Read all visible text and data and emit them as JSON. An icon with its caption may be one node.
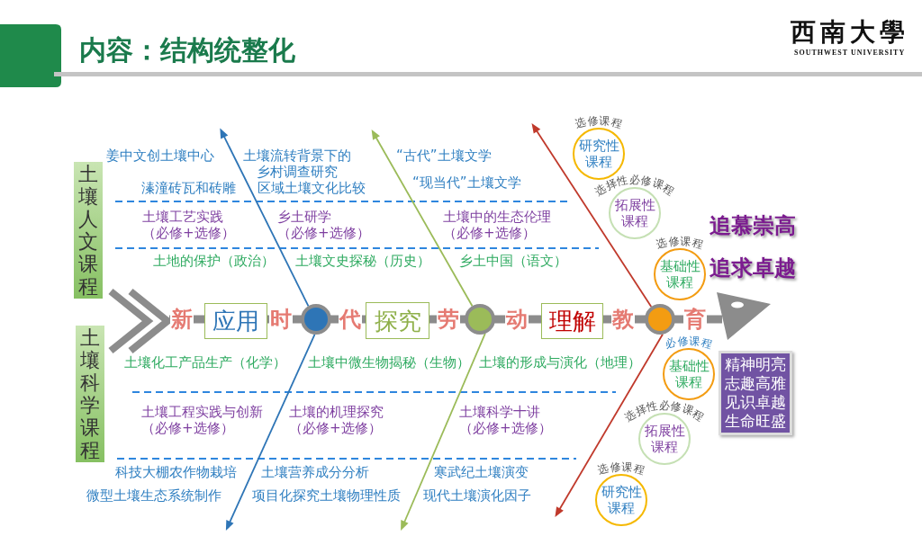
{
  "diagram": {
    "title": "内容：结构统整化",
    "nodes": [
      {
        "text": [
          "土壤人文课程"
        ]
      },
      {
        "text": [
          "土壤科学课程"
        ]
      },
      {
        "text": [
          "应用"
        ]
      },
      {
        "text": [],
        "shape": "circle"
      },
      {
        "text": [
          "探究"
        ]
      },
      {
        "text": [],
        "shape": "circle"
      },
      {
        "text": [
          "理解"
        ]
      },
      {
        "text": [],
        "shape": "circle"
      },
      {
        "text": [
          "研究性课程"
        ],
        "beside": [
          "选修课程"
        ]
      },
      {
        "text": [
          "拓展性课程"
        ],
        "beside": [
          "选择性必修课程"
        ]
      },
      {
        "text": [
          "基础性课程"
        ],
        "beside": [
          "选修课程"
        ]
      },
      {
        "text": [
          "基础性课程"
        ],
        "beside": [
          "必修课程"
        ]
      },
      {
        "text": [
          "拓展性课程"
        ],
        "beside": [
          "选择性必修课程"
        ]
      },
      {
        "text": [
          "研究性课程"
        ],
        "beside": [
          "选修课程"
        ]
      },
      {
        "text": [
          "精神明亮",
          "志趣高雅",
          "见识卓越",
          "生命旺盛"
        ]
      }
    ],
    "edges": [
      {
        "from": 3,
        "to": null,
        "arrow": "to",
        "color": "#2e75b6"
      },
      {
        "from": 3,
        "to": null,
        "arrow": "to",
        "color": "#2e75b6"
      },
      {
        "from": 5,
        "to": null,
        "arrow": "to",
        "color": "#9bbb59"
      },
      {
        "from": 5,
        "to": null,
        "arrow": "to",
        "color": "#9bbb59"
      },
      {
        "from": 7,
        "to": null,
        "arrow": "to",
        "color": "#c0392b"
      },
      {
        "from": 7,
        "to": null,
        "arrow": "to",
        "color": "#c0392b"
      }
    ],
    "labels": [
      "西南大學",
      "SOUTHWEST UNIVERSITY",
      "姜中文创土壤中心",
      "土壤流转背景下的乡村调查研究",
      "“古代”土壤文学",
      "溱潼砖瓦和砖雕",
      "区域土壤文化比较",
      "“现当代”土壤文学",
      "土壤工艺实践（必修+选修）",
      "乡土研学（必修+选修）",
      "土壤中的生态伦理（必修+选修）",
      "土地的保护（政治）",
      "土壤文史探秘（历史）",
      "乡土中国（语文）",
      "追慕崇高",
      "追求卓越",
      "新",
      "时",
      "代",
      "劳",
      "动",
      "教",
      "育",
      "土壤化工产品生产（化学）",
      "土壤中微生物揭秘（生物）",
      "土壤的形成与演化（地理）",
      "土壤工程实践与创新（必修+选修）",
      "土壤的机理探究（必修+选修）",
      "土壤科学十讲（必修+选修）",
      "科技大棚农作物栽培",
      "土壤营养成分分析",
      "寒武纪土壤演变",
      "微型土壤生态系统制作",
      "项目化探究土壤物理性质",
      "现代土壤演化因子"
    ]
  }
}
